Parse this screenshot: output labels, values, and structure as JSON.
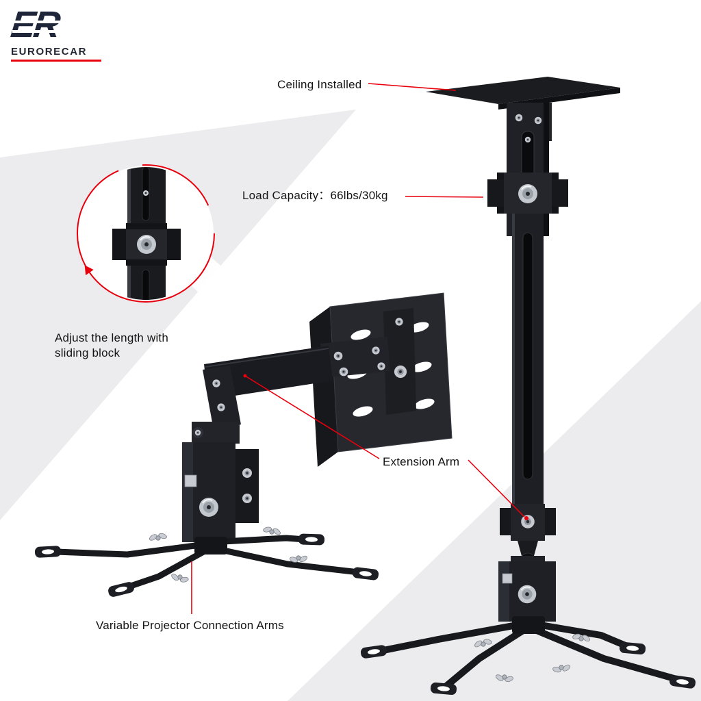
{
  "brand": {
    "mark": "ER",
    "name": "EURORECAR"
  },
  "annotations": {
    "ceiling_installed": "Ceiling Installed",
    "load_capacity": "Load Capacity：66lbs/30kg",
    "adjust_length": "Adjust the length with sliding block",
    "extension_arm": "Extension Arm",
    "variable_arms": "Variable Projector Connection Arms"
  },
  "colors": {
    "accent_red": "#e8000d",
    "product_black": "#1a1c20",
    "metal_silver": "#c6cad0",
    "background_gray": "#ececee",
    "text": "#141414"
  }
}
